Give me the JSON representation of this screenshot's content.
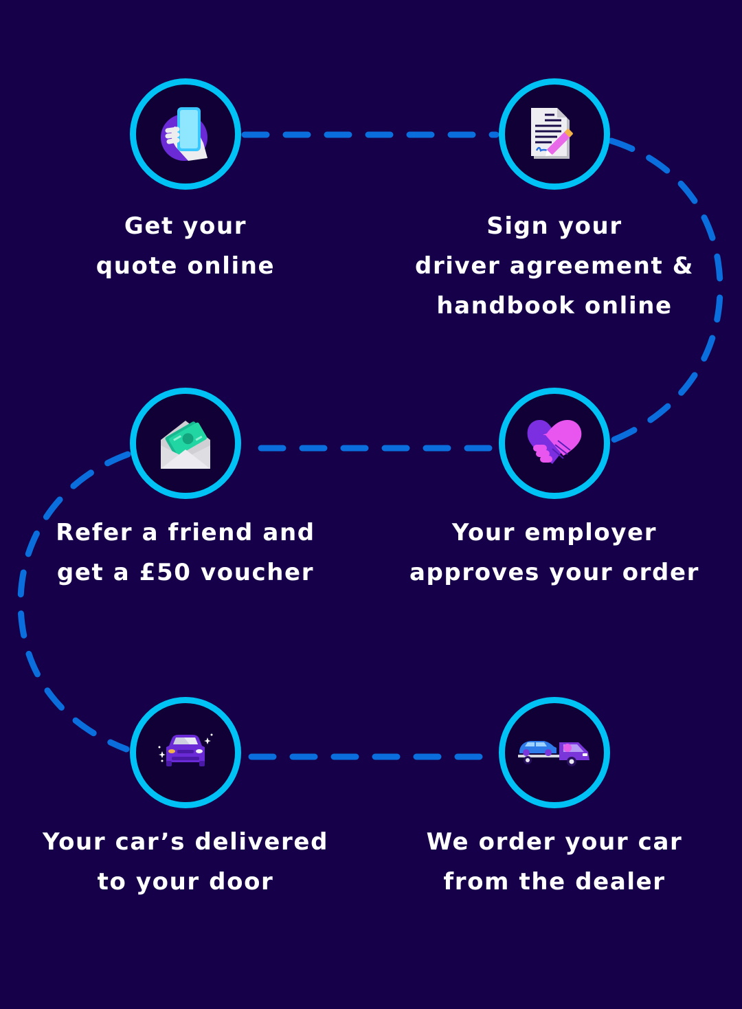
{
  "colors": {
    "background": "#16004a",
    "ring": "#00c2f5",
    "ring_fill": "#110035",
    "dash": "#0a6fdc",
    "text": "#ffffff"
  },
  "steps": [
    {
      "id": 1,
      "icon": "phone-in-hand-icon",
      "lines": [
        "Get your",
        "quote online"
      ]
    },
    {
      "id": 2,
      "icon": "signed-document-icon",
      "lines": [
        "Sign your",
        "driver agreement &",
        "handbook online"
      ]
    },
    {
      "id": 3,
      "icon": "handshake-heart-icon",
      "lines": [
        "Your employer",
        "approves your order"
      ]
    },
    {
      "id": 4,
      "icon": "money-envelope-icon",
      "lines": [
        "Refer a friend and",
        "get a £50 voucher"
      ]
    },
    {
      "id": 5,
      "icon": "tow-truck-icon",
      "lines": [
        "We order your car",
        "from the dealer"
      ]
    },
    {
      "id": 6,
      "icon": "sparkling-car-icon",
      "lines": [
        "Your car’s delivered",
        "to your door"
      ]
    }
  ]
}
